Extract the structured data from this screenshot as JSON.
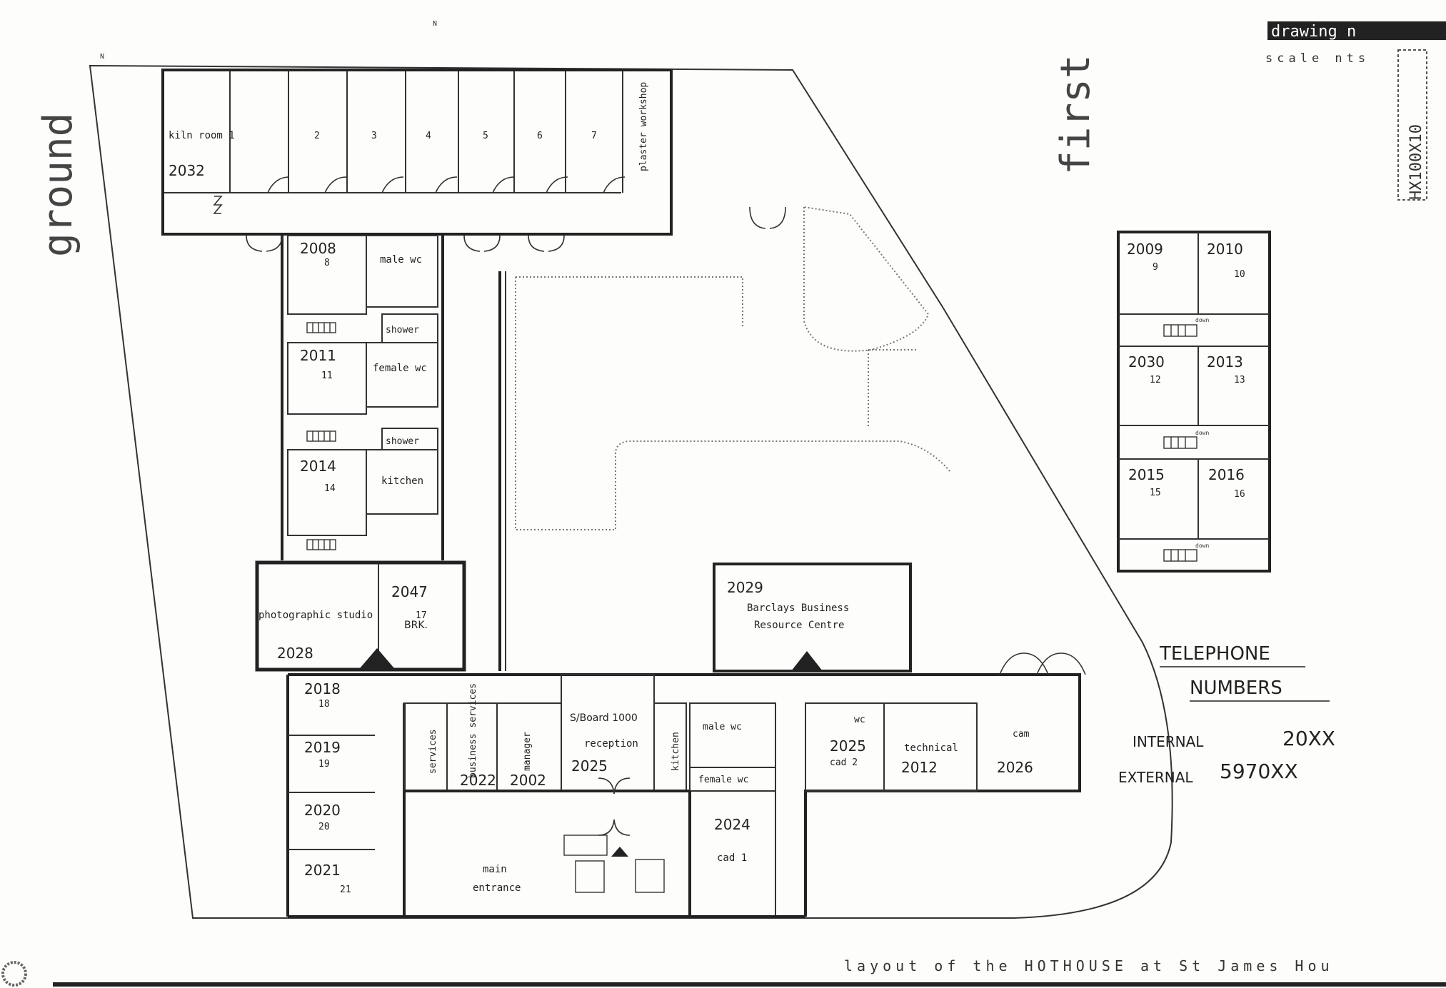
{
  "sheet": {
    "ground_title": "ground",
    "first_title": "first",
    "drawing_header": "drawing n",
    "scale": "scale nts",
    "drawing_code": "HX100X10",
    "footer_title": "layout of the HOTHOUSE at St James Hou",
    "north_marks": [
      "N",
      "N"
    ]
  },
  "ground_floor": {
    "kiln_row": {
      "kiln_room": {
        "label": "kiln room 1",
        "tel": "2032"
      },
      "rooms": [
        "2",
        "3",
        "4",
        "5",
        "6",
        "7"
      ],
      "plaster_workshop": "plaster workshop"
    },
    "left_column": [
      {
        "tel": "2008",
        "num": "8",
        "side": "male wc"
      },
      {
        "shower": "shower"
      },
      {
        "tel": "2011",
        "num": "11",
        "side": "female wc"
      },
      {
        "shower": "shower"
      },
      {
        "tel": "2014",
        "num": "14",
        "side": "kitchen"
      }
    ],
    "photographic_studio": {
      "label": "photographic studio",
      "tel": "2028"
    },
    "room_17": {
      "tel": "2047",
      "num": "17",
      "note": "BRK."
    },
    "barclays": {
      "tel": "2029",
      "label_line1": "Barclays Business",
      "label_line2": "Resource Centre"
    },
    "lower_left_rooms": [
      {
        "tel": "2018",
        "num": "18"
      },
      {
        "tel": "2019",
        "num": "19"
      },
      {
        "tel": "2020",
        "num": "20"
      },
      {
        "tel": "2021",
        "num": "21"
      }
    ],
    "services": "services",
    "business_services": {
      "label": "business services",
      "tel": "2022"
    },
    "manager": {
      "label": "manager",
      "tel": "2002"
    },
    "reception": {
      "label": "reception",
      "tel_note": "S/Board 1000",
      "tel": "2025"
    },
    "kitchen2": "kitchen",
    "male_wc2": "male wc",
    "female_wc2": "female wc",
    "cad1": {
      "tel": "2024",
      "label": "cad 1"
    },
    "wc": "wc",
    "cad2": {
      "tel": "2025",
      "label": "cad 2"
    },
    "technical": {
      "label": "technical",
      "tel": "2012"
    },
    "cam": {
      "label": "cam",
      "tel": "2026"
    },
    "main_entrance": {
      "line1": "main",
      "line2": "entrance"
    }
  },
  "first_floor": {
    "rooms": [
      {
        "tel": "2009",
        "num": "9"
      },
      {
        "tel": "2010",
        "num": "10"
      },
      {
        "tel": "2030",
        "num": "12"
      },
      {
        "tel": "2013",
        "num": "13"
      },
      {
        "tel": "2015",
        "num": "15"
      },
      {
        "tel": "2016",
        "num": "16"
      }
    ],
    "stair_label": "down"
  },
  "telephone_numbers": {
    "title_line1": "TELEPHONE",
    "title_line2": "NUMBERS",
    "internal_label": "INTERNAL",
    "internal_value": "20XX",
    "external_label": "EXTERNAL",
    "external_value": "5970XX"
  }
}
